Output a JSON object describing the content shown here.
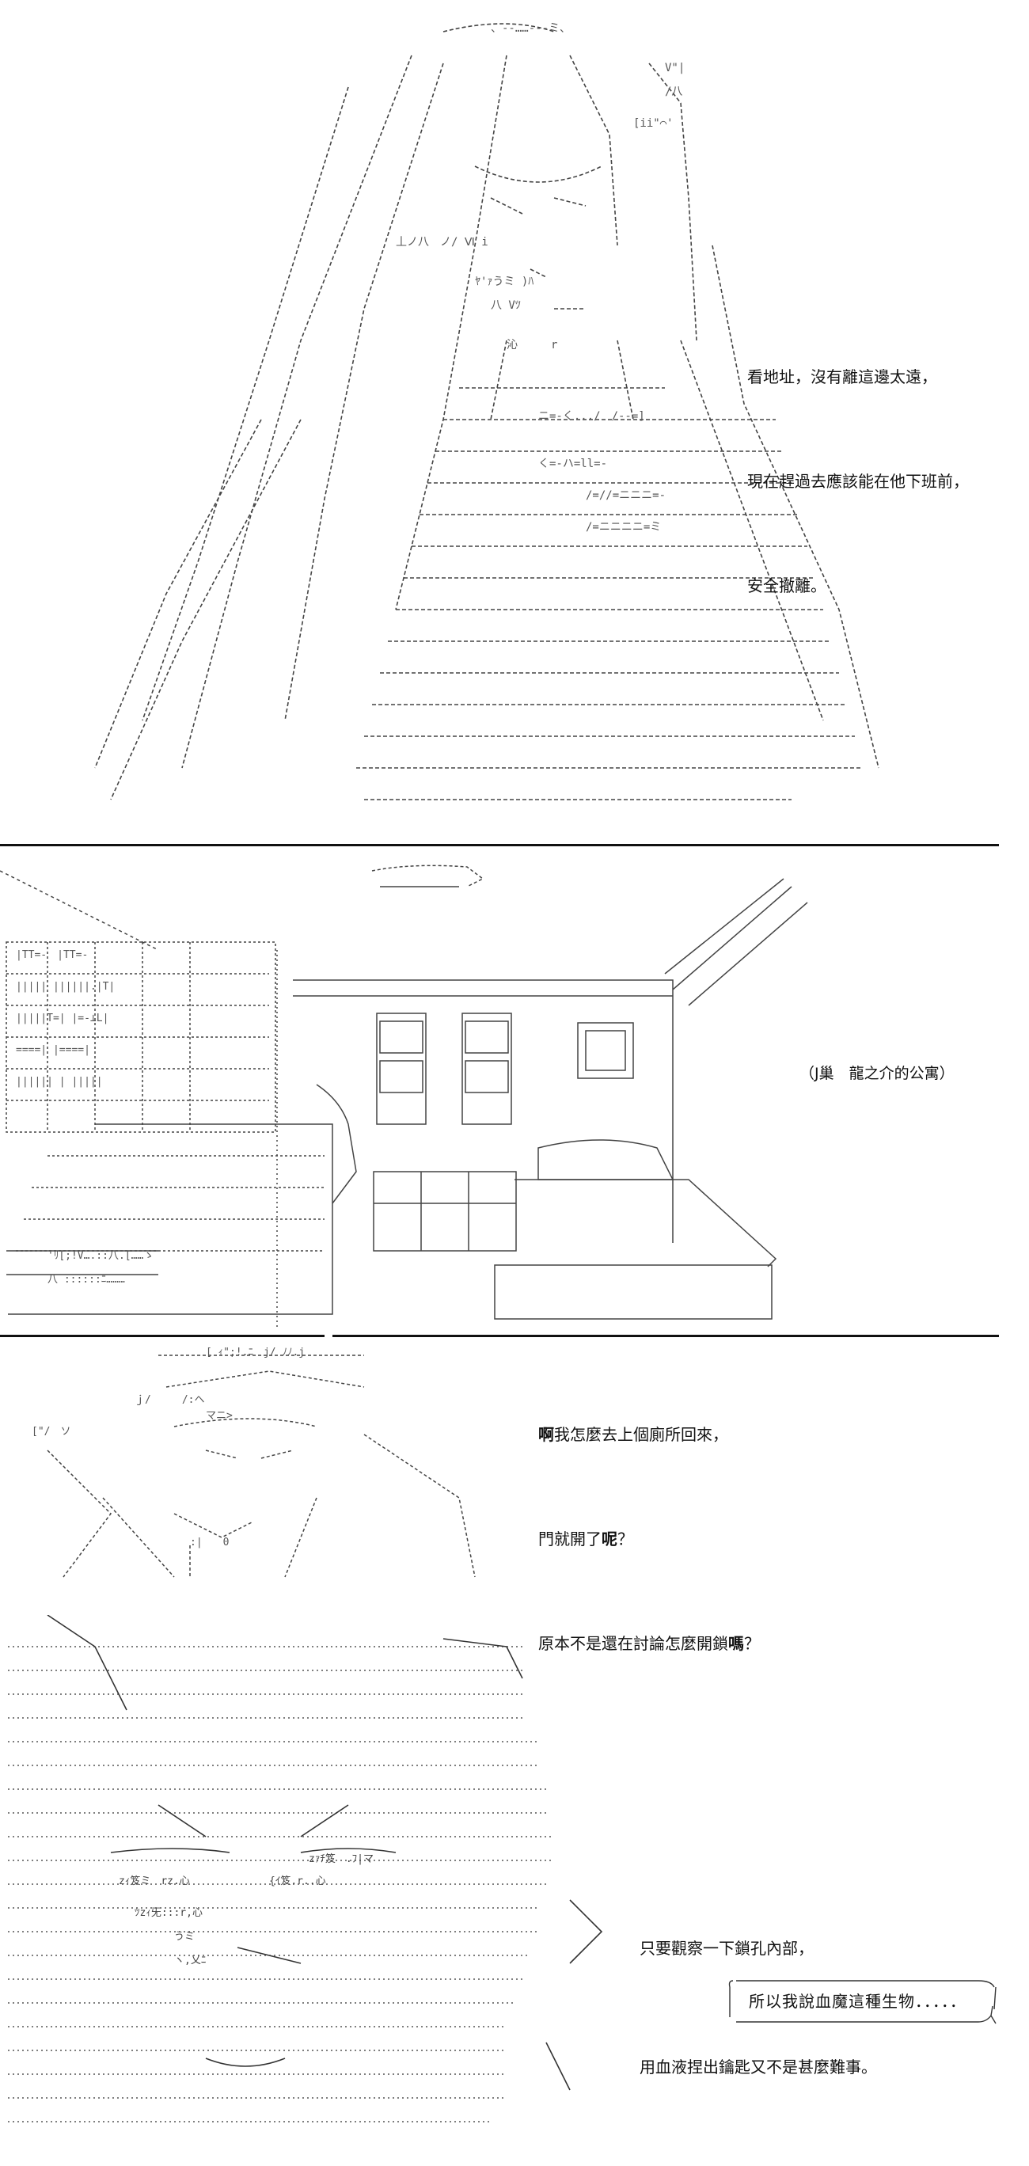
{
  "panel1": {
    "caption_lines": [
      "看地址，沒有離這邊太遠，",
      "現在趕過去應該能在他下班前，",
      "安全撤離。"
    ]
  },
  "panel2": {
    "location_label": "（J巢　龍之介的公寓）"
  },
  "panel3": {
    "caption_lines": [
      {
        "pre": "",
        "bold": "啊",
        "post": "我怎麼去上個廁所回來，"
      },
      {
        "pre": "門就開了",
        "bold": "呢",
        "post": "？"
      },
      {
        "pre": "原本不是還在討論怎麼開鎖",
        "bold": "嗎",
        "post": "？"
      }
    ]
  },
  "panel4": {
    "caption_lines": [
      "只要觀察一下鎖孔內部，",
      "用血液捏出鑰匙又不是甚麼難事。"
    ],
    "thought": "所以我說血魔這種生物．．．．．"
  }
}
